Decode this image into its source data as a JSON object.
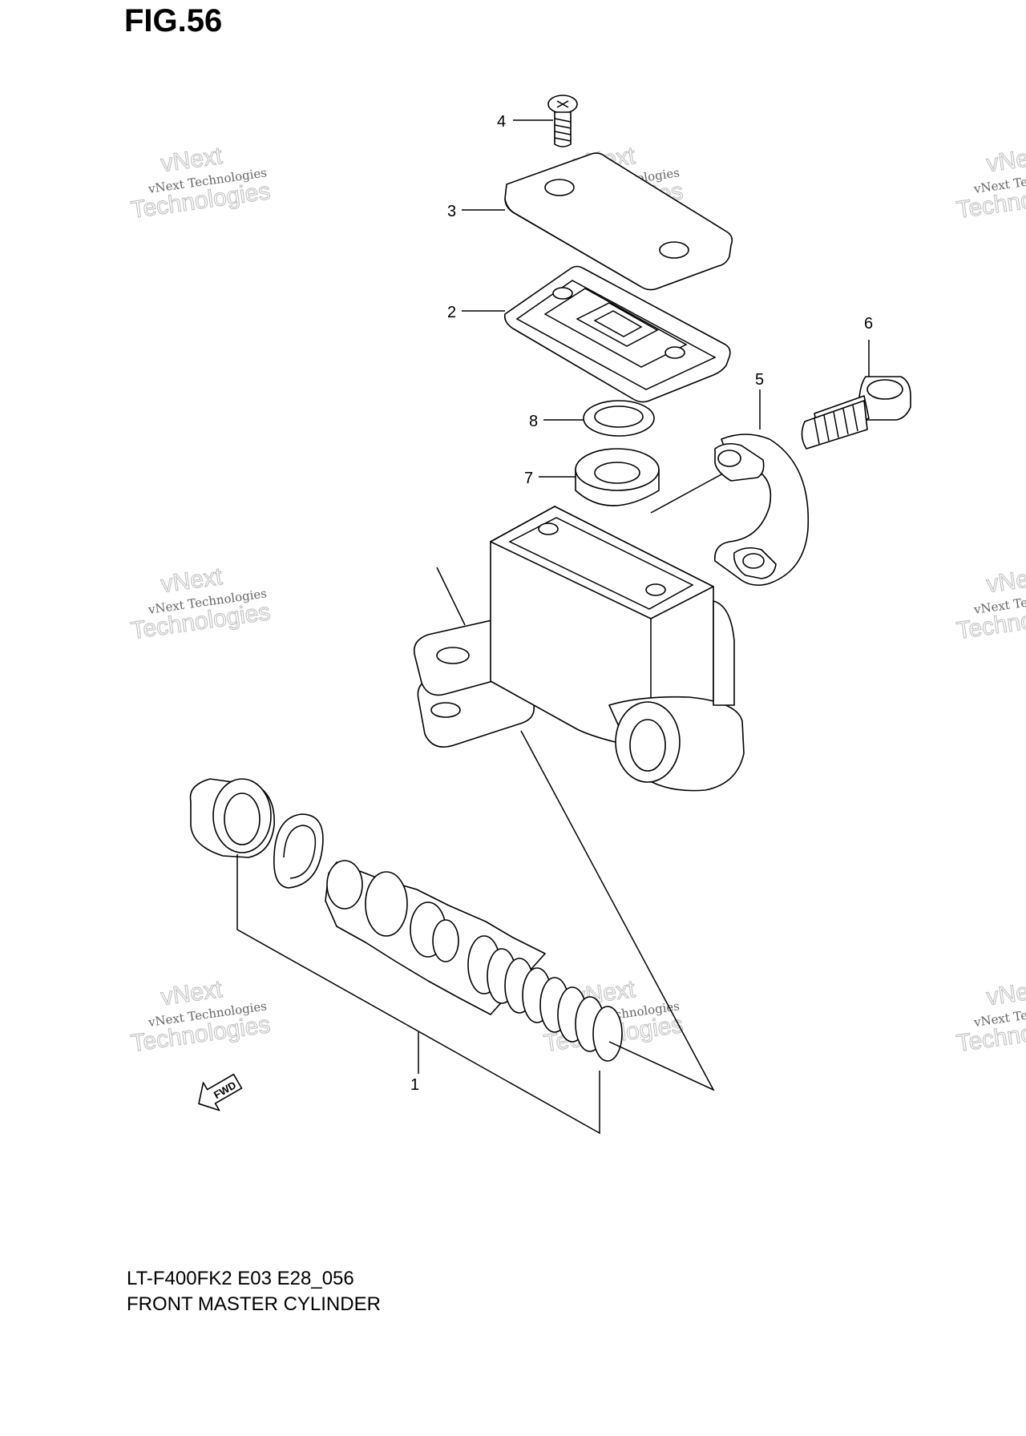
{
  "figure": {
    "title": "FIG.56",
    "model_code": "LT-F400FK2 E03 E28_056",
    "name": "FRONT MASTER CYLINDER"
  },
  "callouts": [
    {
      "id": "1",
      "label": "1"
    },
    {
      "id": "2",
      "label": "2"
    },
    {
      "id": "3",
      "label": "3"
    },
    {
      "id": "4",
      "label": "4"
    },
    {
      "id": "5",
      "label": "5"
    },
    {
      "id": "6",
      "label": "6"
    },
    {
      "id": "7",
      "label": "7"
    },
    {
      "id": "8",
      "label": "8"
    }
  ],
  "fwd_arrow": {
    "label": "FWD"
  },
  "watermark": {
    "line1": "vNext",
    "line2": "vNext Technologies",
    "line3": "Technologies"
  }
}
